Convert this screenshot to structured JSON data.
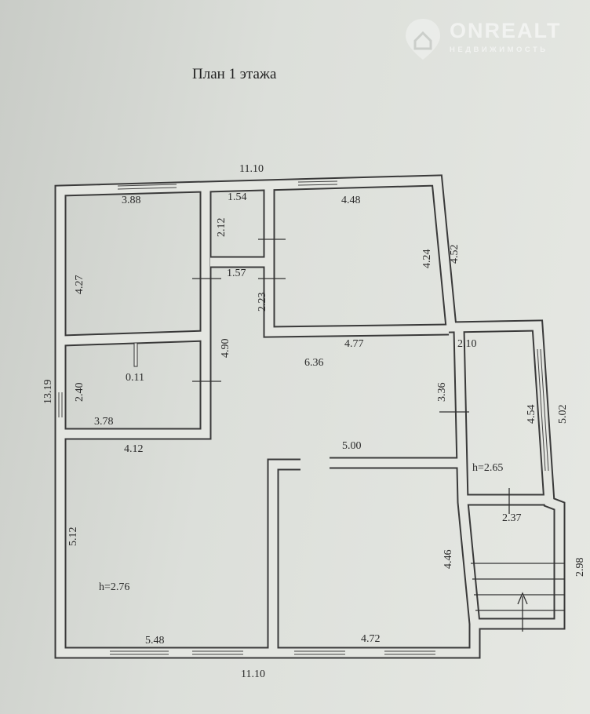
{
  "title": "План 1 этажа",
  "watermark": {
    "brand": "ONREALT",
    "subtitle": "НЕДВИЖИМОСТЬ"
  },
  "dimensions": {
    "top_total": "11.10",
    "room_nw_width": "3.88",
    "wc_width": "1.54",
    "room_ne_width": "4.48",
    "wc_depth": "2.12",
    "room_nw_depth": "4.27",
    "hall_width": "1.57",
    "hall_depth": "2.23",
    "room_ne_depth": "4.24",
    "east_wall": "4.52",
    "corridor_length": "4.90",
    "living_width": "4.77",
    "living_area_label": "6.36",
    "annex_width": "2.10",
    "total_depth": "13.19",
    "bath_depth": "2.40",
    "partition": "0.11",
    "living_depth": "3.36",
    "annex_inner_depth": "4.54",
    "annex_outer_depth": "5.02",
    "bath_width": "3.78",
    "room_sw_top": "4.12",
    "partition_wall": "5.00",
    "annex_height": "h=2.65",
    "porch_width": "2.37",
    "room_sw_depth": "5.12",
    "room_se_depth": "4.46",
    "porch_depth": "2.98",
    "ceiling_height": "h=2.76",
    "room_sw_width": "5.48",
    "room_se_width": "4.72",
    "bottom_total": "11.10"
  }
}
